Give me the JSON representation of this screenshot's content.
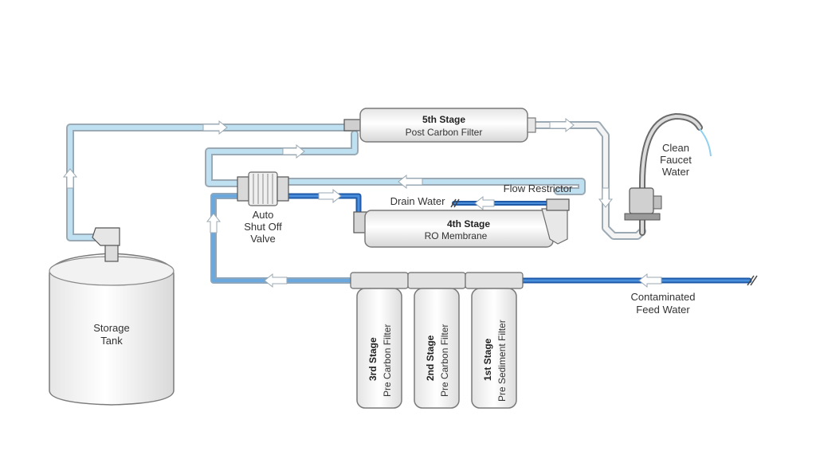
{
  "labels": {
    "stage5_title": "5th Stage",
    "stage5_sub": "Post Carbon Filter",
    "stage4_title": "4th Stage",
    "stage4_sub": "RO Membrane",
    "drain_water": "Drain Water",
    "flow_restrictor": "Flow Restrictor",
    "auto_valve_1": "Auto",
    "auto_valve_2": "Shut Off",
    "auto_valve_3": "Valve",
    "faucet_1": "Clean",
    "faucet_2": "Faucet",
    "faucet_3": "Water",
    "tank_1": "Storage",
    "tank_2": "Tank",
    "feed_1": "Contaminated",
    "feed_2": "Feed Water",
    "stage3_title": "3rd Stage",
    "stage3_sub": "Pre Carbon Filter",
    "stage2_title": "2nd Stage",
    "stage2_sub": "Pre Carbon Filter",
    "stage1_title": "1st Stage",
    "stage1_sub": "Pre Sediment Filter"
  },
  "colors": {
    "feed_pipe": "#2e6fc4",
    "light_pipe": "#bfe0f0",
    "pipe_outline": "#9aa9b3",
    "housing_fill": "#f2f2f2",
    "housing_stroke": "#8a8a8a"
  }
}
